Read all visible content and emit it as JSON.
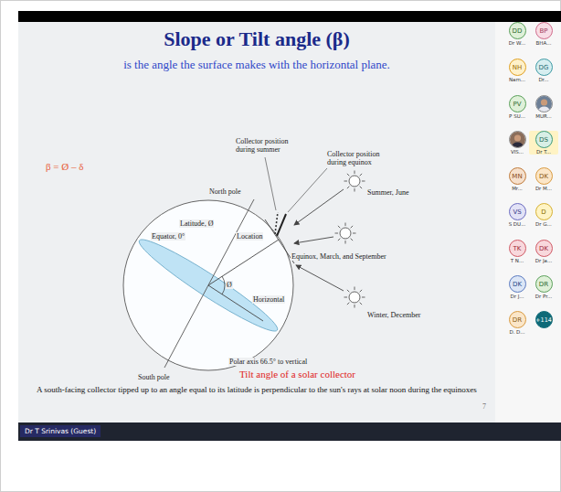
{
  "diagram": {
    "title": "Slope or Tilt angle (β)",
    "caption": "Tilt angle of a solar collector",
    "nodes": [
      {
        "text": [
          "DD",
          "Dr W..."
        ]
      },
      {
        "text": [
          "BP",
          "BHA..."
        ]
      },
      {
        "text": [
          "NH",
          "Nam..."
        ]
      },
      {
        "text": [
          "DG",
          "Dr..."
        ]
      },
      {
        "text": [
          "PV",
          "P SU..."
        ]
      },
      {
        "text": [
          "MUR..."
        ]
      },
      {
        "text": [
          "VIS..."
        ]
      },
      {
        "text": [
          "DS",
          "Dr T..."
        ]
      },
      {
        "text": [
          "MN",
          "Mr..."
        ]
      },
      {
        "text": [
          "DK",
          "Dr M..."
        ]
      },
      {
        "text": [
          "VS",
          "S DU..."
        ]
      },
      {
        "text": [
          "D",
          "Dr G..."
        ]
      },
      {
        "text": [
          "TK",
          "T N..."
        ]
      },
      {
        "text": [
          "DK",
          "Dr Ja..."
        ]
      },
      {
        "text": [
          "DK",
          "Dr J..."
        ]
      },
      {
        "text": [
          "DR",
          "Dr Pr..."
        ]
      },
      {
        "text": [
          "DR",
          "D. D..."
        ]
      },
      {
        "text": [
          "+114"
        ]
      },
      {
        "text": [
          "Dr T Srinivas (Guest)"
        ]
      }
    ],
    "labels": [
      "is the angle the surface makes with the horizontal plane.",
      "β = Ø – δ",
      "Collector position during summer",
      "Collector position during equinox",
      "North pole",
      "Latitude, Ø",
      "Equator, 0°",
      "Location",
      "Ø",
      "Horizontal",
      "Summer, June",
      "Equinox, March, and September",
      "Winter, December",
      "Polar axis 66.5° to vertical",
      "South pole",
      "A south-facing collector tipped up to an angle equal to its latitude is perpendicular to the sun's rays at solar noon during the equinoxes",
      "7"
    ]
  }
}
